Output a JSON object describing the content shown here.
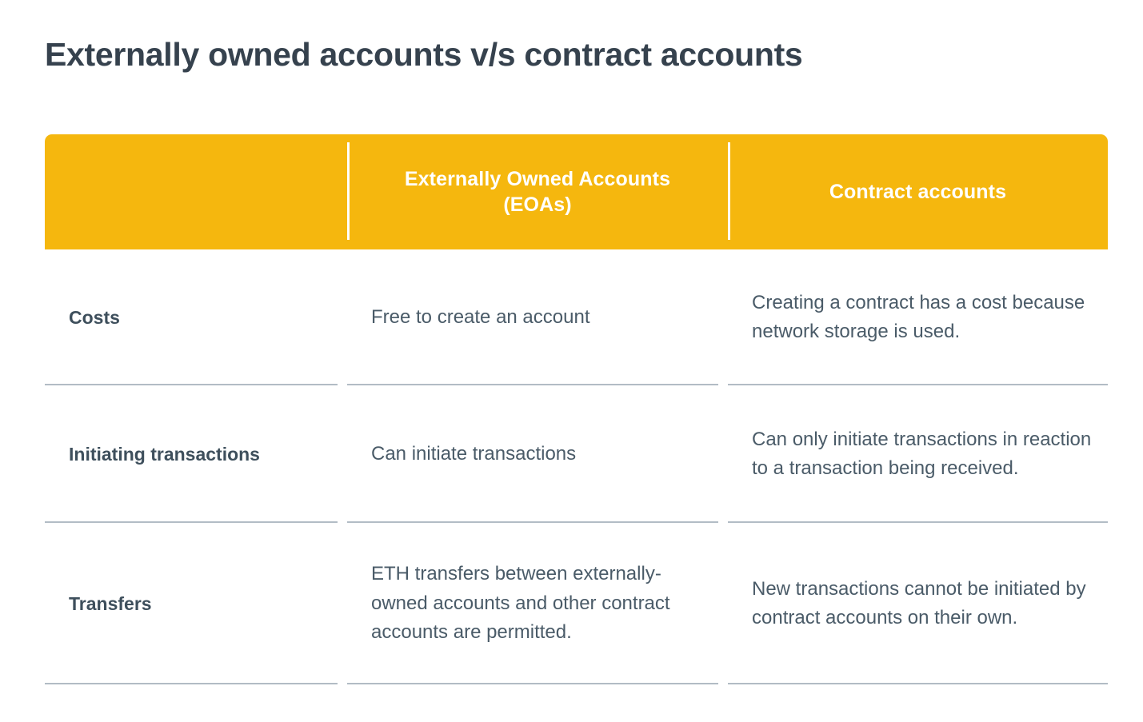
{
  "page": {
    "title": "Externally owned accounts v/s contract accounts",
    "background": "#FFFFFF"
  },
  "colors": {
    "header_background": "#F5B70E",
    "header_text": "#FFFFFF",
    "title_text": "#36424E",
    "label_text": "#3E4F5C",
    "body_text": "#4A5B68",
    "separator": "#B2BCC5",
    "header_divider": "#FFFFFF"
  },
  "table": {
    "columns": [
      {
        "key": "attribute",
        "header": ""
      },
      {
        "key": "eoa",
        "header": "Externally Owned Accounts (EOAs)"
      },
      {
        "key": "contract",
        "header": "Contract accounts"
      }
    ],
    "rows": [
      {
        "attribute": "Costs",
        "eoa": "Free to create an account",
        "contract": "Creating a contract has a cost because network storage is used."
      },
      {
        "attribute": "Initiating transactions",
        "eoa": "Can initiate transactions",
        "contract": "Can only initiate transactions in reaction to a transaction being received."
      },
      {
        "attribute": "Transfers",
        "eoa": "ETH transfers between externally-owned accounts and other contract accounts are permitted.",
        "contract": "New transactions cannot be initiated by contract accounts on their own."
      }
    ]
  }
}
